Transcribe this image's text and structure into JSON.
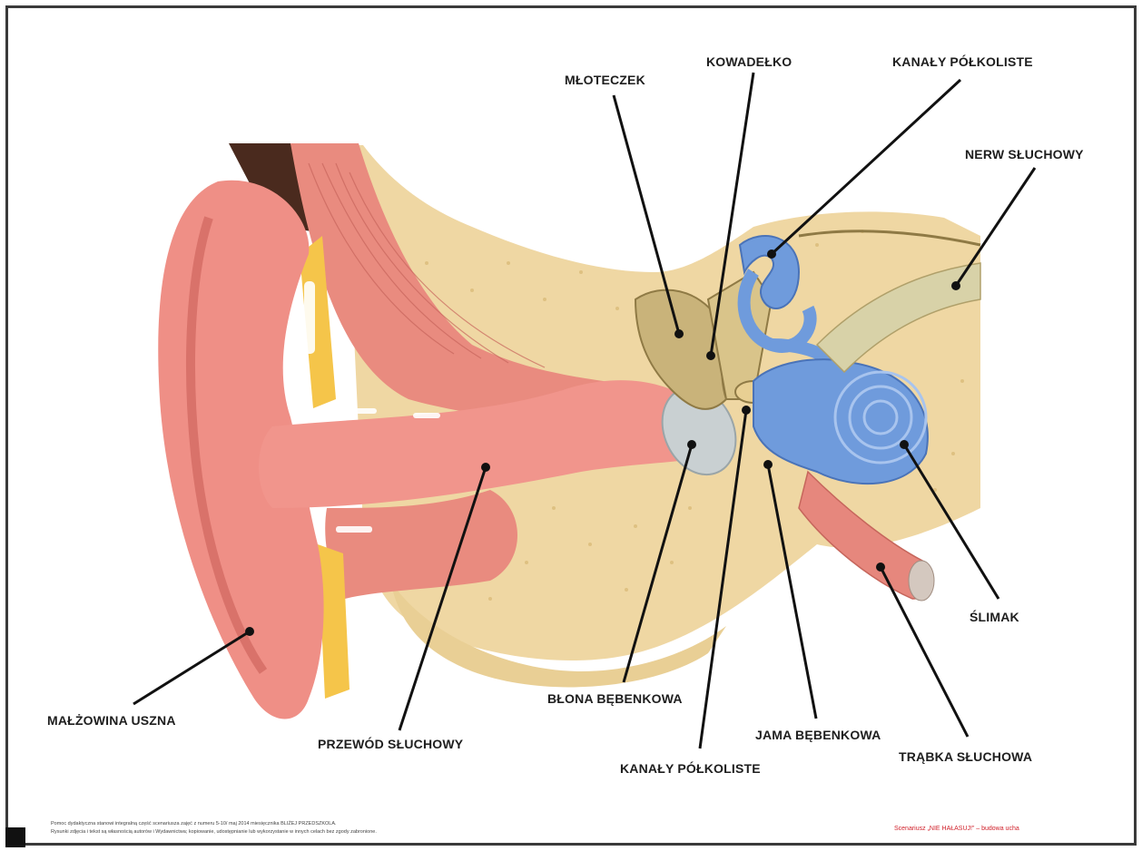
{
  "labels": {
    "malzowina": "MAŁŻOWINA USZNA",
    "przewod": "PRZEWÓD SŁUCHOWY",
    "mloteczek": "MŁOTECZEK",
    "kowadelko": "KOWADEŁKO",
    "kanaly_top": "KANAŁY PÓŁKOLISTE",
    "nerw": "NERW SŁUCHOWY",
    "blona": "BŁONA BĘBENKOWA",
    "kanaly_bottom": "KANAŁY PÓŁKOLISTE",
    "jama": "JAMA BĘBENKOWA",
    "trabka": "TRĄBKA SŁUCHOWA",
    "slimak": "ŚLIMAK"
  },
  "footer": {
    "line1": "Pomoc dydaktyczna stanowi integralną część scenariusza zajęć z numeru 5-10/ maj 2014 miesięcznika BLIŻEJ PRZEDSZKOLA.",
    "line2": "Rysunki zdjęcia i tekst są własnością autorów i Wydawnictwa; kopiowanie, udostępnianie lub wykorzystanie w innych celach bez zgody zabronione.",
    "scenario": "Scenariusz „NIE HAŁASUJ!” – budowa ucha"
  },
  "colors": {
    "skin": "#ef8f86",
    "bone": "#f0d9a6",
    "inner_ear": "#6f9bdc",
    "ossicle": "#c9b37a",
    "label": "#1e1e1e",
    "accent_red": "#d0202a"
  }
}
